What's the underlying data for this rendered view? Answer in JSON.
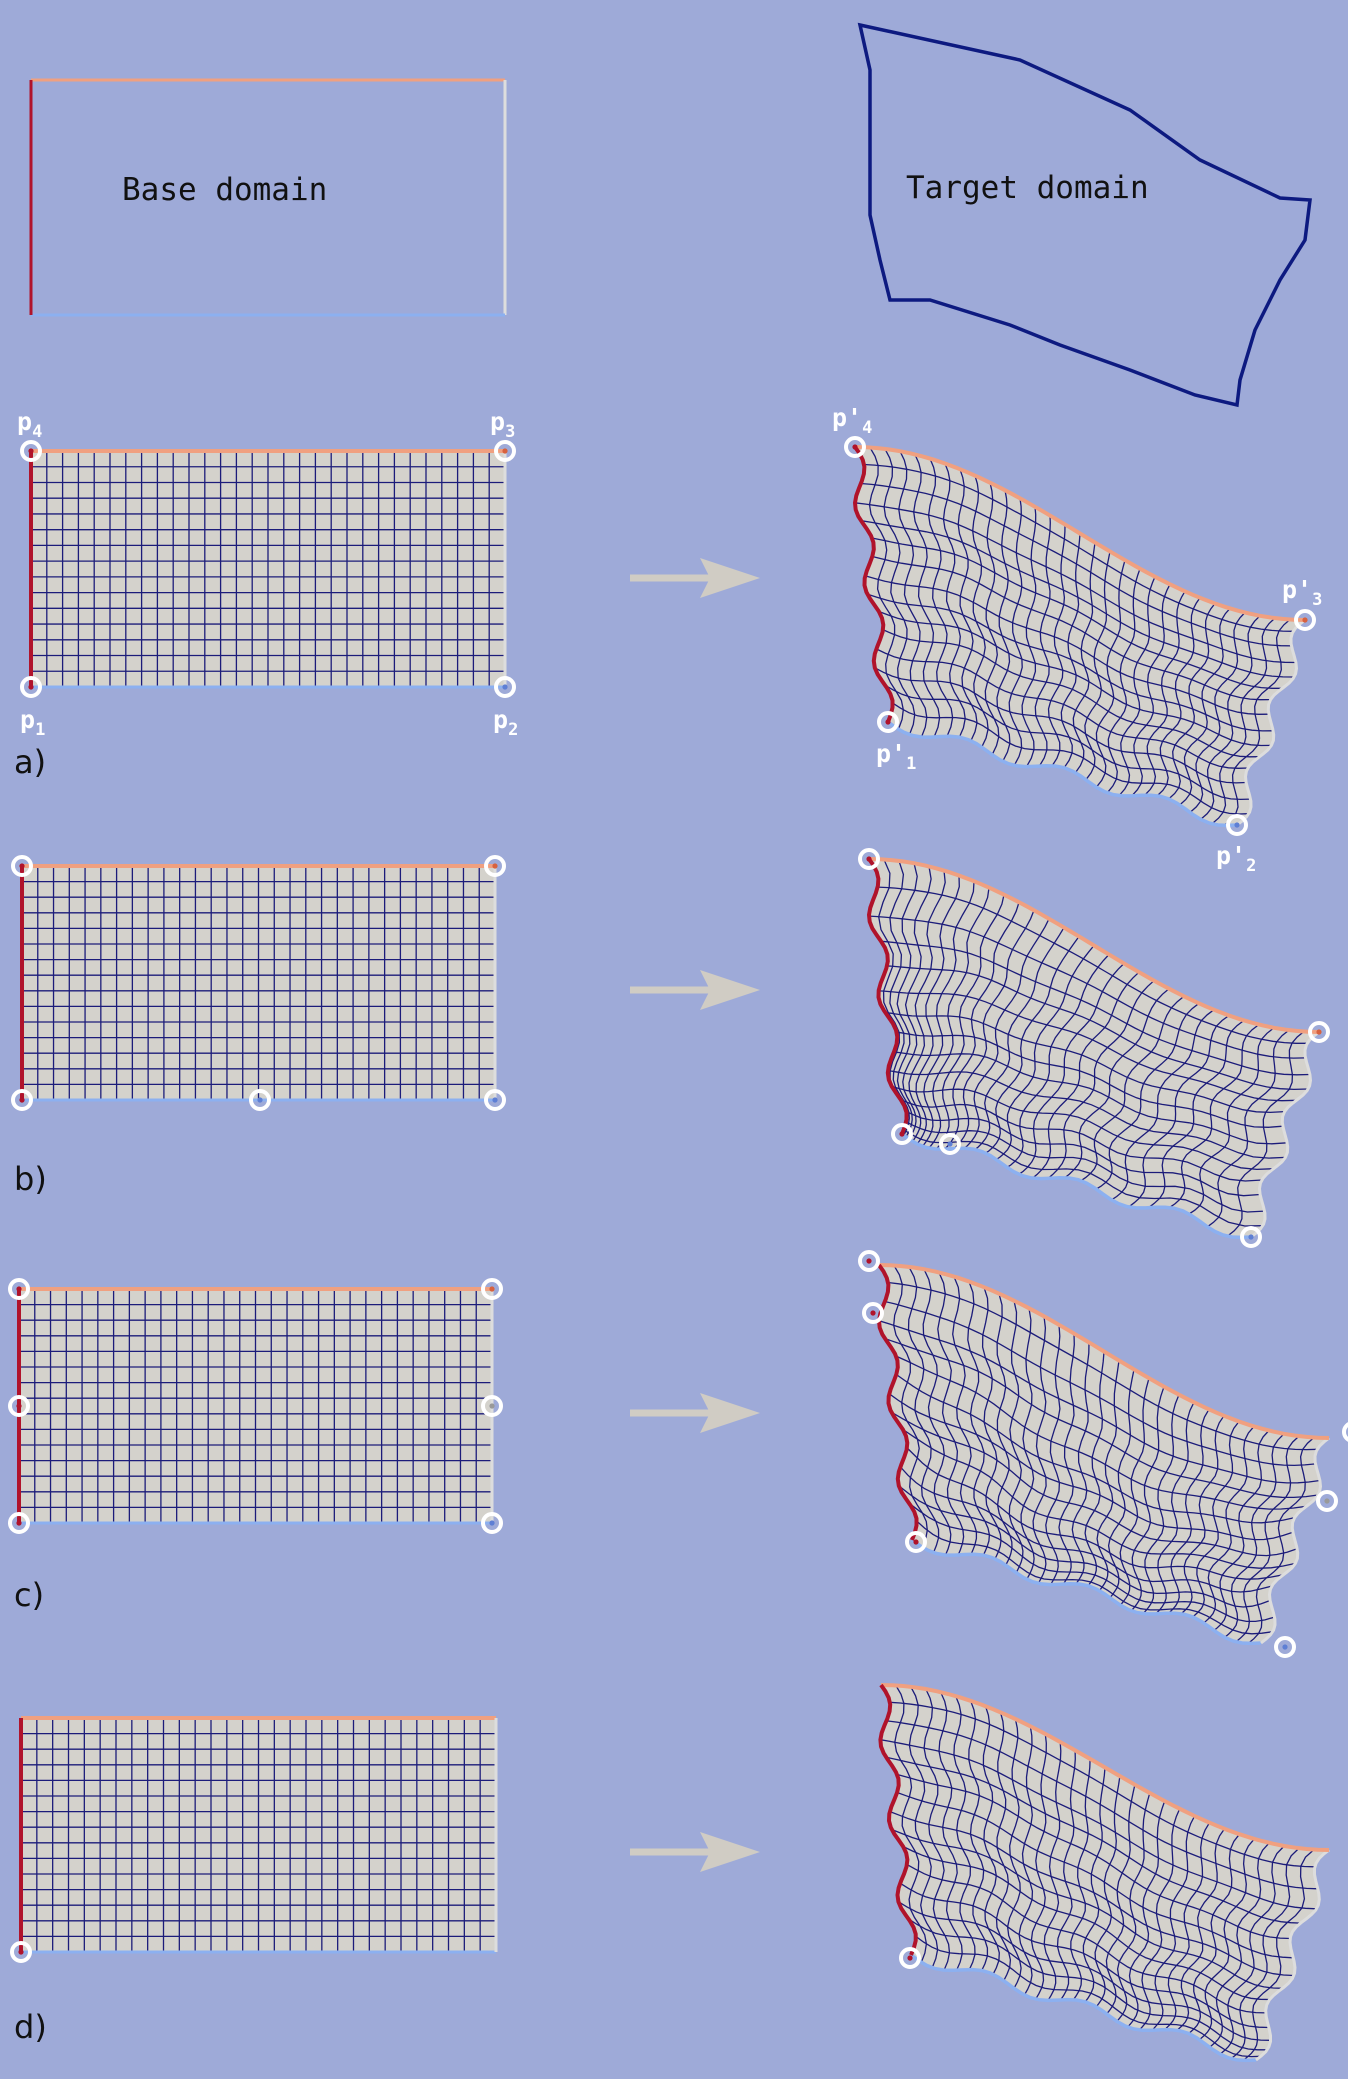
{
  "header": {
    "base_label": "Base domain",
    "target_label": "Target domain"
  },
  "point_labels": {
    "p1": "p1",
    "p2": "p2",
    "p3": "p3",
    "p4": "p4",
    "pp1": "p'1",
    "pp2": "p'2",
    "pp3": "p'3",
    "pp4": "p'4"
  },
  "rows": [
    {
      "label": "a)",
      "base_marker_count": 4,
      "target_marker_count": 4
    },
    {
      "label": "b)",
      "base_marker_count": 5,
      "target_marker_count": 5
    },
    {
      "label": "c)",
      "base_marker_count": 6,
      "target_marker_count": 6
    },
    {
      "label": "d)",
      "base_marker_count": 1,
      "target_marker_count": 1
    }
  ],
  "colors": {
    "background": "#9eaad8",
    "grid_fill": "#d4d2cc",
    "grid_lines": "#1c1c7a",
    "edge_left": "#b0132b",
    "edge_top": "#f0a080",
    "edge_bottom": "#8cb0f0",
    "edge_right": "#dddddd",
    "target_outline": "#0d1a80",
    "arrow": "#d0ccc4",
    "marker": "#ffffff"
  }
}
